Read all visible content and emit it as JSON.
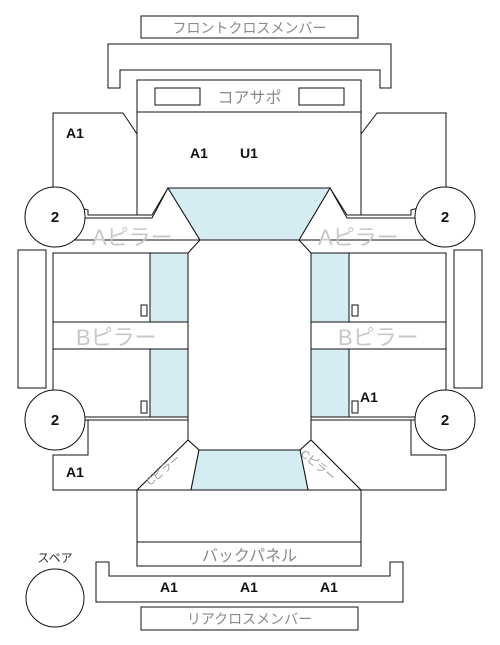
{
  "labels": {
    "front_cross_member": "フロントクロスメンバー",
    "core_support": "コアサポ",
    "a_pillar_left": "Aピラー",
    "a_pillar_right": "Aピラー",
    "b_pillar_left": "Bピラー",
    "b_pillar_right": "Bピラー",
    "c_pillar_left": "Cピラー",
    "c_pillar_right": "Cピラー",
    "back_panel": "バックパネル",
    "rear_cross_member": "リアクロスメンバー",
    "spare": "スペア"
  },
  "marks": {
    "front_left_fender": "A1",
    "front_center_1": "A1",
    "front_center_2": "U1",
    "rear_right_door": "A1",
    "rear_left_fender": "A1",
    "rear_member_1": "A1",
    "rear_member_2": "A1",
    "rear_member_3": "A1"
  },
  "wheels": {
    "front_left": "2",
    "front_right": "2",
    "rear_left": "2",
    "rear_right": "2"
  }
}
